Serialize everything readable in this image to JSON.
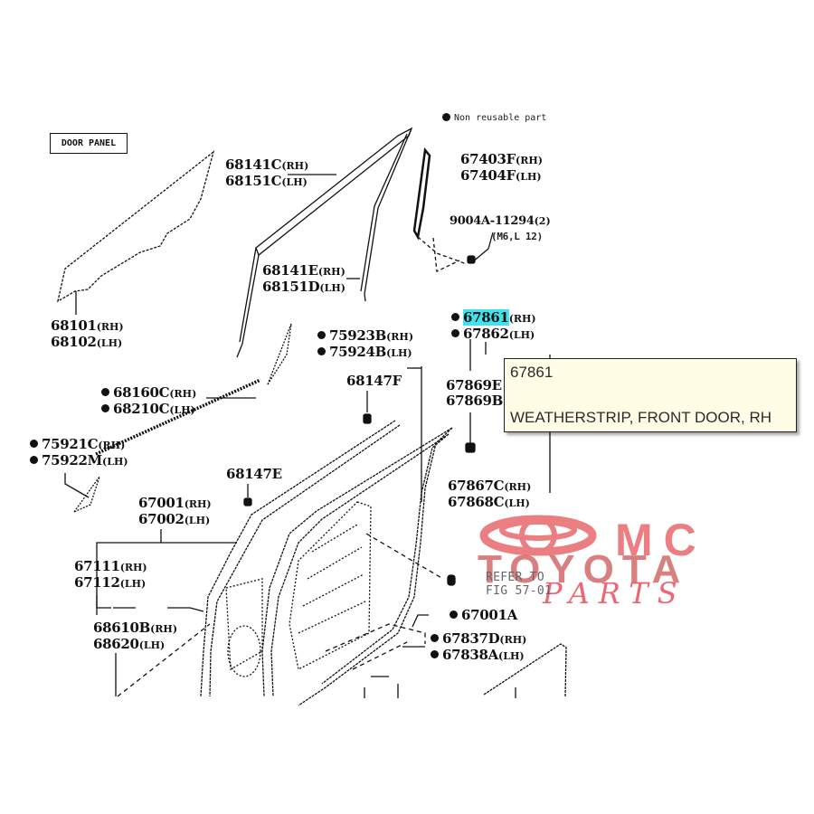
{
  "diagram": {
    "section_label": "DOOR PANEL",
    "legend": {
      "symbol": "filled-dot",
      "text": "Non reusable part"
    },
    "refer_note": [
      "REFER TO",
      "FIG 57-01"
    ]
  },
  "callouts": [
    {
      "id": "c-68141c",
      "lines": [
        {
          "num": "68141C",
          "side": "(RH)"
        },
        {
          "num": "68151C",
          "side": "(LH)"
        }
      ],
      "non_reusable": false
    },
    {
      "id": "c-67403f",
      "lines": [
        {
          "num": "67403F",
          "side": "(RH)"
        },
        {
          "num": "67404F",
          "side": "(LH)"
        }
      ],
      "non_reusable": false
    },
    {
      "id": "c-9004a",
      "lines": [
        {
          "num": "9004A-11294",
          "side": "(2)"
        }
      ],
      "sub": "(M6,L 12)",
      "non_reusable": false
    },
    {
      "id": "c-68341e",
      "lines": [
        {
          "num": "68141E",
          "side": "(RH)"
        },
        {
          "num": "68151D",
          "side": "(LH)"
        }
      ],
      "non_reusable": false
    },
    {
      "id": "c-68101",
      "lines": [
        {
          "num": "68101",
          "side": "(RH)"
        },
        {
          "num": "68102",
          "side": "(LH)"
        }
      ],
      "non_reusable": false
    },
    {
      "id": "c-67861",
      "lines": [
        {
          "num": "67861",
          "side": "(RH)",
          "highlighted": true
        },
        {
          "num": "67862",
          "side": "(LH)"
        }
      ],
      "non_reusable": true
    },
    {
      "id": "c-75923b",
      "lines": [
        {
          "num": "75923B",
          "side": "(RH)"
        },
        {
          "num": "75924B",
          "side": "(LH)"
        }
      ],
      "non_reusable": true
    },
    {
      "id": "c-68147f",
      "lines": [
        {
          "num": "68147F",
          "side": ""
        }
      ],
      "non_reusable": false
    },
    {
      "id": "c-67869e",
      "lines": [
        {
          "num": "67869E",
          "side": ""
        },
        {
          "num": "67869B",
          "side": ""
        }
      ],
      "non_reusable": false
    },
    {
      "id": "c-68160c",
      "lines": [
        {
          "num": "68160C",
          "side": "(RH)"
        },
        {
          "num": "68210C",
          "side": "(LH)"
        }
      ],
      "non_reusable": true
    },
    {
      "id": "c-75921c",
      "lines": [
        {
          "num": "75921C",
          "side": "(RH)"
        },
        {
          "num": "75922M",
          "side": "(LH)"
        }
      ],
      "non_reusable": true
    },
    {
      "id": "c-68147e",
      "lines": [
        {
          "num": "68147E",
          "side": ""
        }
      ],
      "non_reusable": false
    },
    {
      "id": "c-67867c",
      "lines": [
        {
          "num": "67867C",
          "side": "(RH)"
        },
        {
          "num": "67868C",
          "side": "(LH)"
        }
      ],
      "non_reusable": false
    },
    {
      "id": "c-67001",
      "lines": [
        {
          "num": "67001",
          "side": "(RH)"
        },
        {
          "num": "67002",
          "side": "(LH)"
        }
      ],
      "non_reusable": false
    },
    {
      "id": "c-67111",
      "lines": [
        {
          "num": "67111",
          "side": "(RH)"
        },
        {
          "num": "67112",
          "side": "(LH)"
        }
      ],
      "non_reusable": false
    },
    {
      "id": "c-67001a",
      "lines": [
        {
          "num": "67001A",
          "side": ""
        }
      ],
      "non_reusable": true
    },
    {
      "id": "c-67837d",
      "lines": [
        {
          "num": "67837D",
          "side": "(RH)"
        },
        {
          "num": "67838A",
          "side": "(LH)"
        }
      ],
      "non_reusable": true
    },
    {
      "id": "c-68610b",
      "lines": [
        {
          "num": "68610B",
          "side": "(RH)"
        },
        {
          "num": "68620",
          "side": "(LH)"
        }
      ],
      "non_reusable": false
    }
  ],
  "tooltip": {
    "part_number": "67861",
    "description": "WEATHERSTRIP, FRONT DOOR, RH"
  },
  "watermark": {
    "line1": "MC",
    "line2": "TOYOTA",
    "line3": "PARTS",
    "color": "#e8686c"
  },
  "colors": {
    "highlight": "#41e3ee",
    "tooltip_bg": "#fffde6",
    "ink": "#111111"
  }
}
